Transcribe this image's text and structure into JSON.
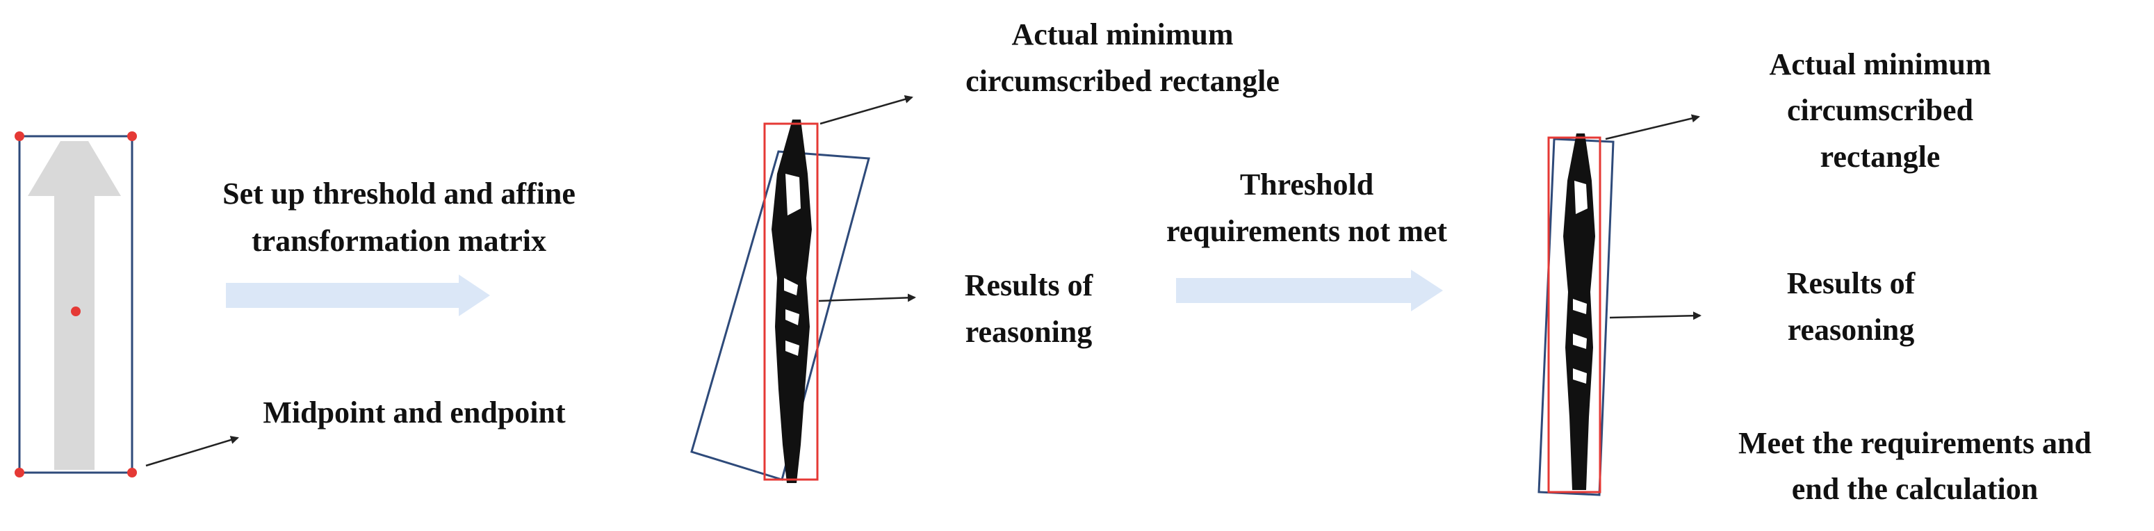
{
  "panel_input": {
    "label_threshold_line1": "Set up threshold and affine",
    "label_threshold_line2": "transformation matrix",
    "label_midpoint": "Midpoint and endpoint"
  },
  "panel_first_pass": {
    "label_actual_line1": "Actual minimum",
    "label_actual_line2": "circumscribed rectangle",
    "label_results_line1": "Results of",
    "label_results_line2": "reasoning",
    "label_not_met_line1": "Threshold",
    "label_not_met_line2": "requirements not met"
  },
  "panel_second_pass": {
    "label_actual_line1": "Actual minimum",
    "label_actual_line2": "circumscribed",
    "label_actual_line3": "rectangle",
    "label_results_line1": "Results of",
    "label_results_line2": "reasoning",
    "label_meet_line1": "Meet the requirements and",
    "label_meet_line2": "end the calculation"
  },
  "colors": {
    "box_outline": "#2e4a7a",
    "actual_box": "#e53935",
    "point": "#e53935",
    "flow_arrow": "#dbe7f7",
    "template_arrow": "#d9d9d9",
    "pointer": "#222222"
  }
}
